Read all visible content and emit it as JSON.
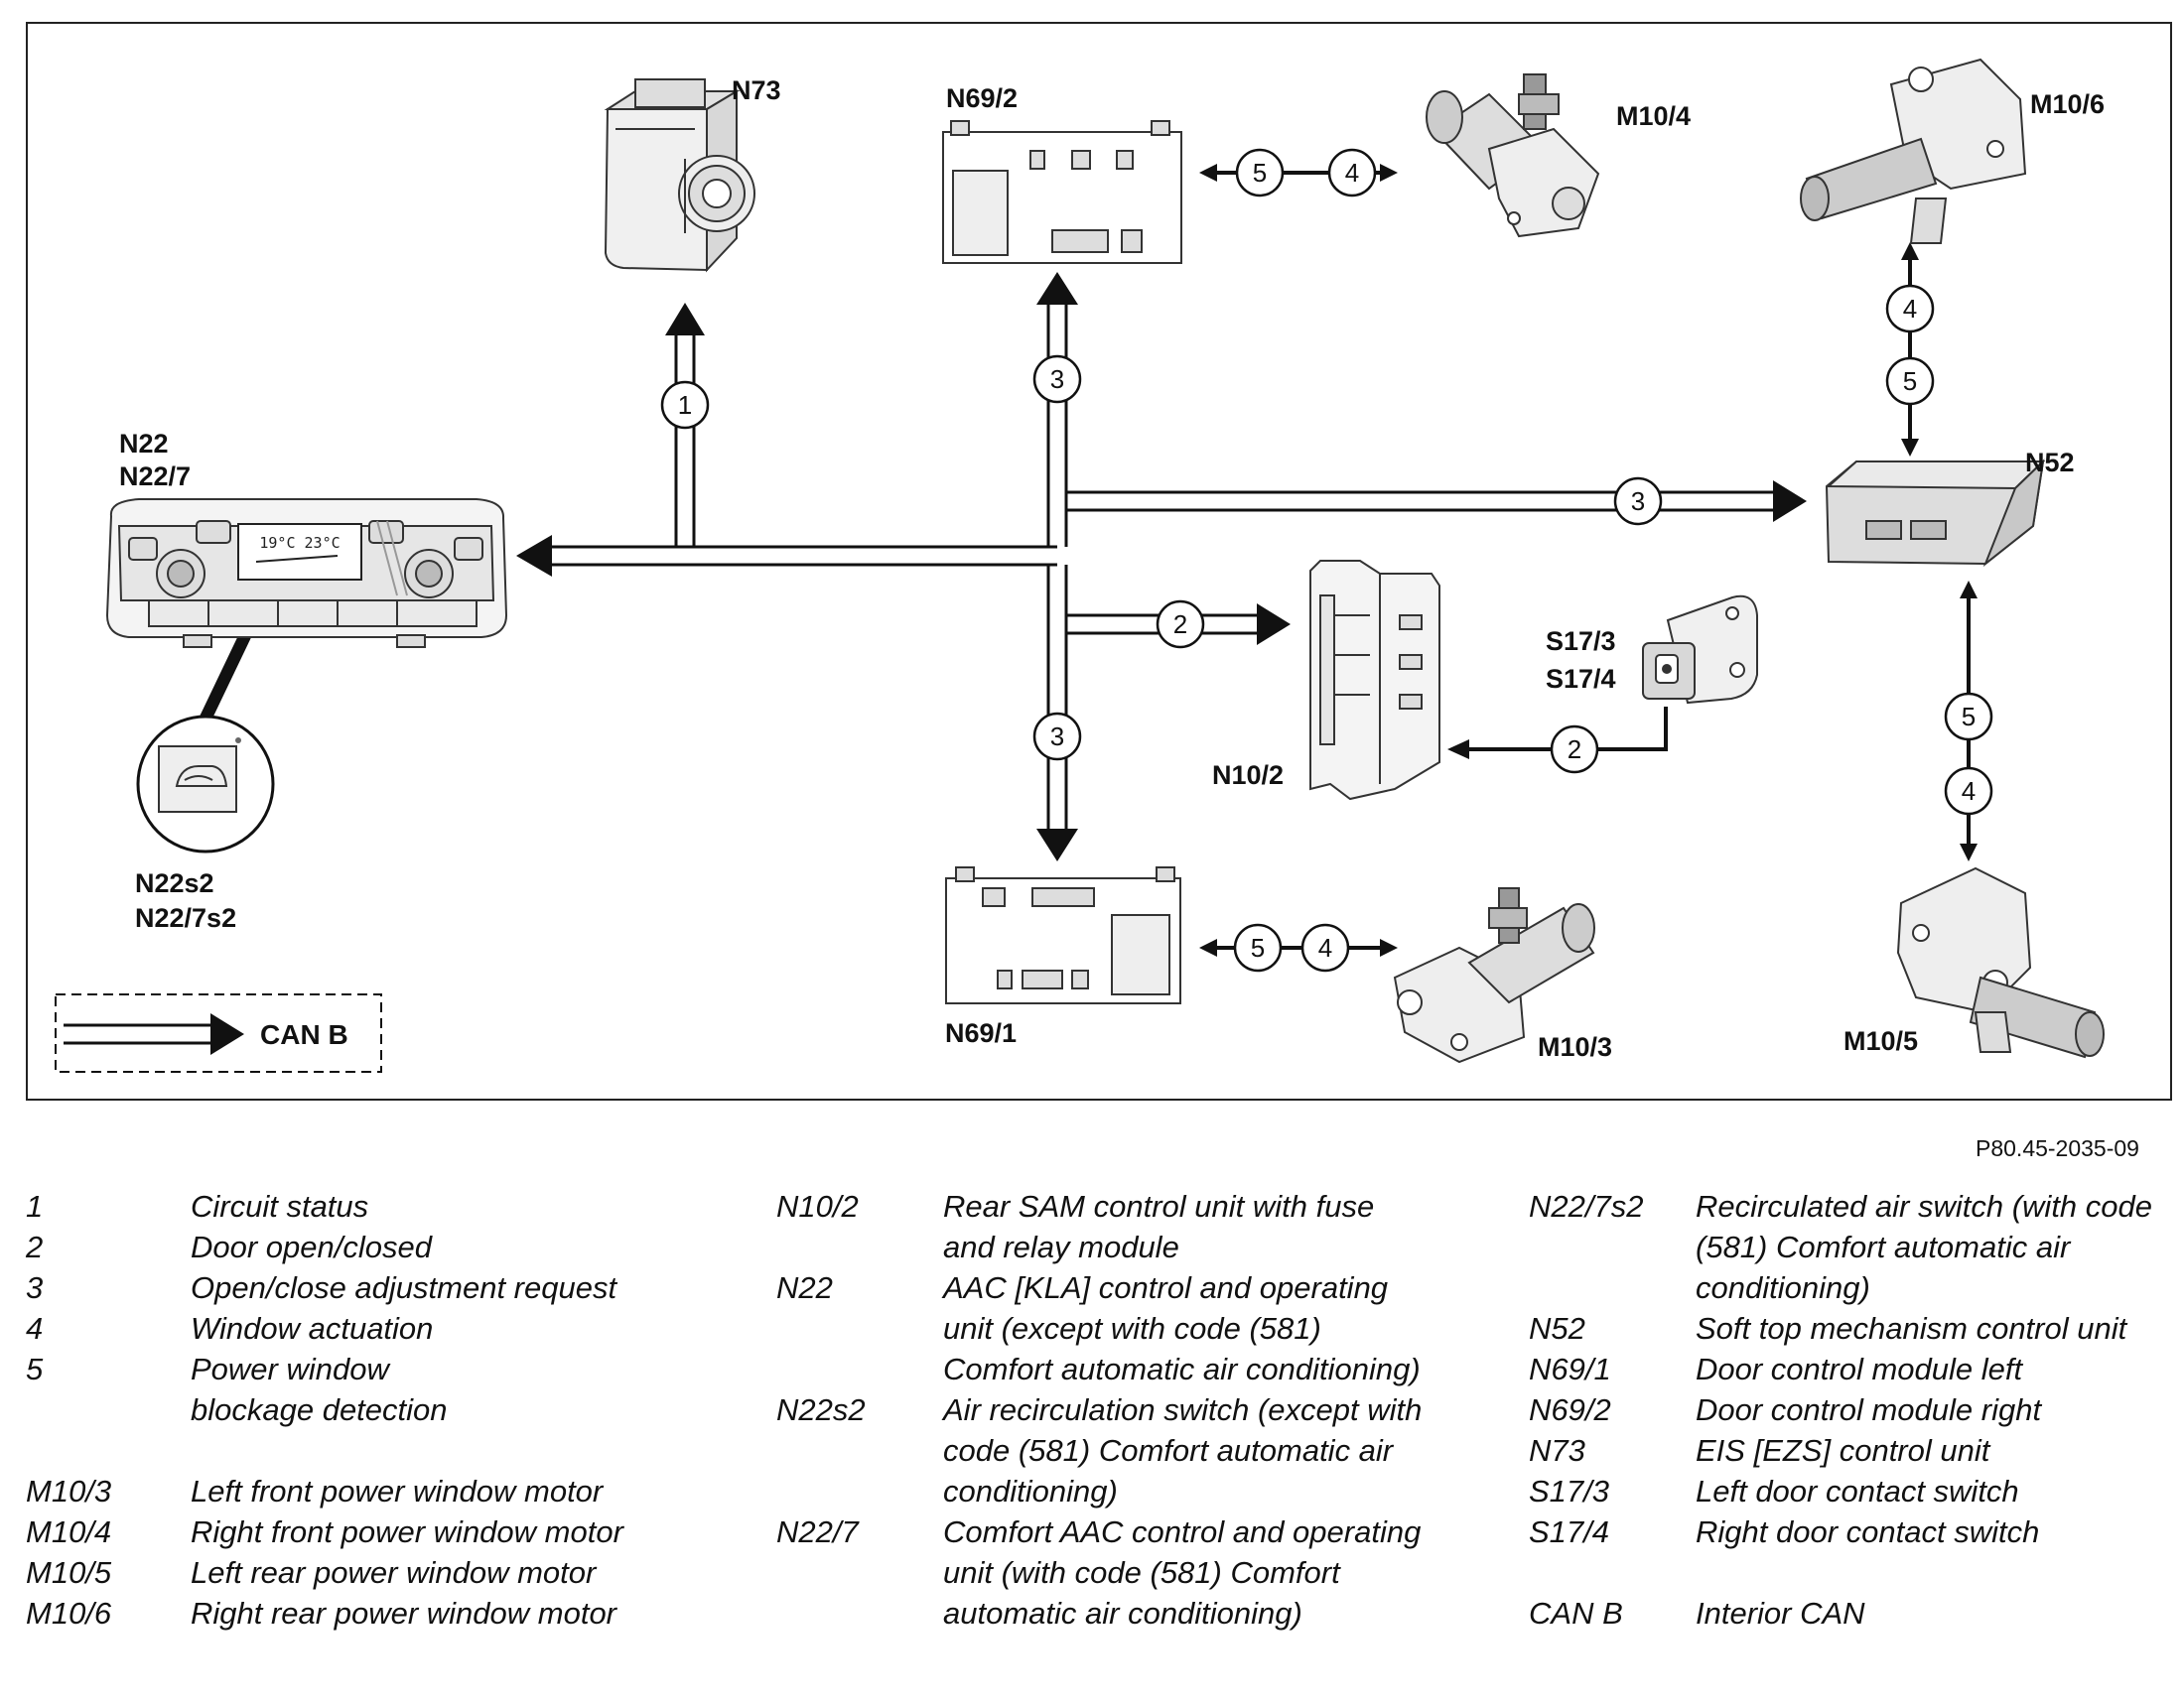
{
  "diagram": {
    "components": {
      "n73": "N73",
      "n69_2": "N69/2",
      "m10_4": "M10/4",
      "m10_6": "M10/6",
      "n22": "N22",
      "n22_7": "N22/7",
      "n52": "N52",
      "s17_3": "S17/3",
      "s17_4": "S17/4",
      "n10_2": "N10/2",
      "n22s2": "N22s2",
      "n22_7s2": "N22/7s2",
      "n69_1": "N69/1",
      "m10_3": "M10/3",
      "m10_5": "M10/5"
    },
    "display_temps": "19°C 23°C",
    "bubbles": [
      "1",
      "2",
      "3",
      "4",
      "5"
    ],
    "can_legend": "CAN B"
  },
  "figure_ref": "P80.45-2035-09",
  "legend": {
    "col1": [
      {
        "code": "1",
        "desc": "Circuit status"
      },
      {
        "code": "2",
        "desc": "Door open/closed"
      },
      {
        "code": "3",
        "desc": "Open/close adjustment request"
      },
      {
        "code": "4",
        "desc": "Window actuation"
      },
      {
        "code": "5",
        "desc": "Power window blockage detection"
      },
      {
        "code": "M10/3",
        "desc": "Left front power window motor"
      },
      {
        "code": "M10/4",
        "desc": "Right front power window motor"
      },
      {
        "code": "M10/5",
        "desc": "Left rear power window motor"
      },
      {
        "code": "M10/6",
        "desc": "Right rear power window motor"
      }
    ],
    "col2": [
      {
        "code": "N10/2",
        "desc": "Rear SAM control unit with fuse and relay module"
      },
      {
        "code": "N22",
        "desc": "AAC [KLA] control and operating unit (except with code (581) Comfort automatic air conditioning)"
      },
      {
        "code": "N22s2",
        "desc": "Air recirculation switch (except with code (581) Comfort automatic air conditioning)"
      },
      {
        "code": "N22/7",
        "desc": "Comfort AAC control and operating unit (with code (581) Comfort automatic air conditioning)"
      }
    ],
    "col3": [
      {
        "code": "N22/7s2",
        "desc": "Recirculated air switch (with code (581) Comfort automatic air conditioning)"
      },
      {
        "code": "N52",
        "desc": "Soft top mechanism control unit"
      },
      {
        "code": "N69/1",
        "desc": "Door control module left"
      },
      {
        "code": "N69/2",
        "desc": "Door control module right"
      },
      {
        "code": "N73",
        "desc": "EIS [EZS] control unit"
      },
      {
        "code": "S17/3",
        "desc": "Left door contact switch"
      },
      {
        "code": "S17/4",
        "desc": "Right door contact switch"
      },
      {
        "code": "CAN B",
        "desc": "Interior CAN"
      }
    ]
  }
}
